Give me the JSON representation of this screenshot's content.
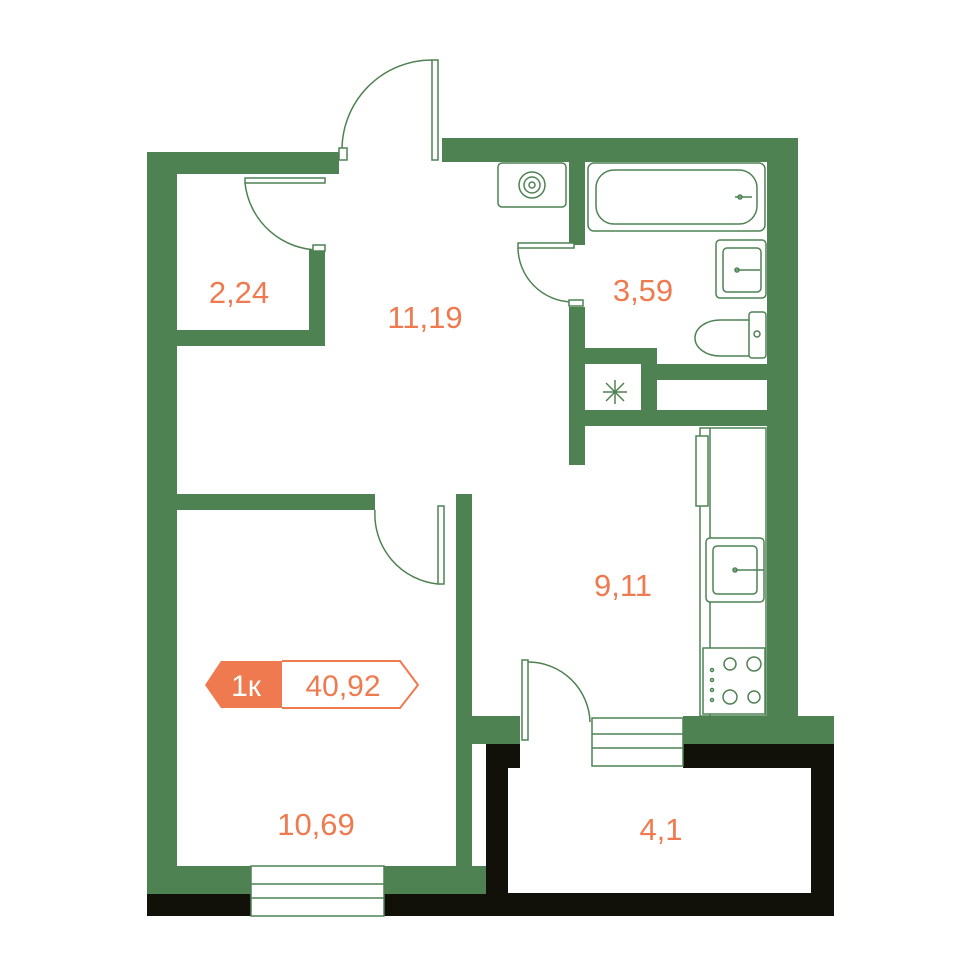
{
  "colors": {
    "wall": "#4f8253",
    "wall_dark": "#111009",
    "fixture_line": "#4f8253",
    "label": "#ef7a4f",
    "badge_fill": "#ef7a4f",
    "badge_text_on_fill": "#ffffff",
    "background": "#ffffff"
  },
  "rooms": [
    {
      "id": "storage",
      "area": "2,24"
    },
    {
      "id": "hallway",
      "area": "11,19"
    },
    {
      "id": "bathroom",
      "area": "3,59"
    },
    {
      "id": "kitchen",
      "area": "9,11"
    },
    {
      "id": "bedroom",
      "area": "10,69"
    },
    {
      "id": "balcony",
      "area": "4,1"
    }
  ],
  "badge": {
    "rooms": "1к",
    "total_area": "40,92"
  },
  "fixtures": [
    {
      "name": "boiler-icon"
    },
    {
      "name": "bathtub-icon"
    },
    {
      "name": "washbasin-icon"
    },
    {
      "name": "toilet-icon"
    },
    {
      "name": "ventilation-shaft-icon"
    },
    {
      "name": "kitchen-sink-icon"
    },
    {
      "name": "stove-icon"
    }
  ]
}
